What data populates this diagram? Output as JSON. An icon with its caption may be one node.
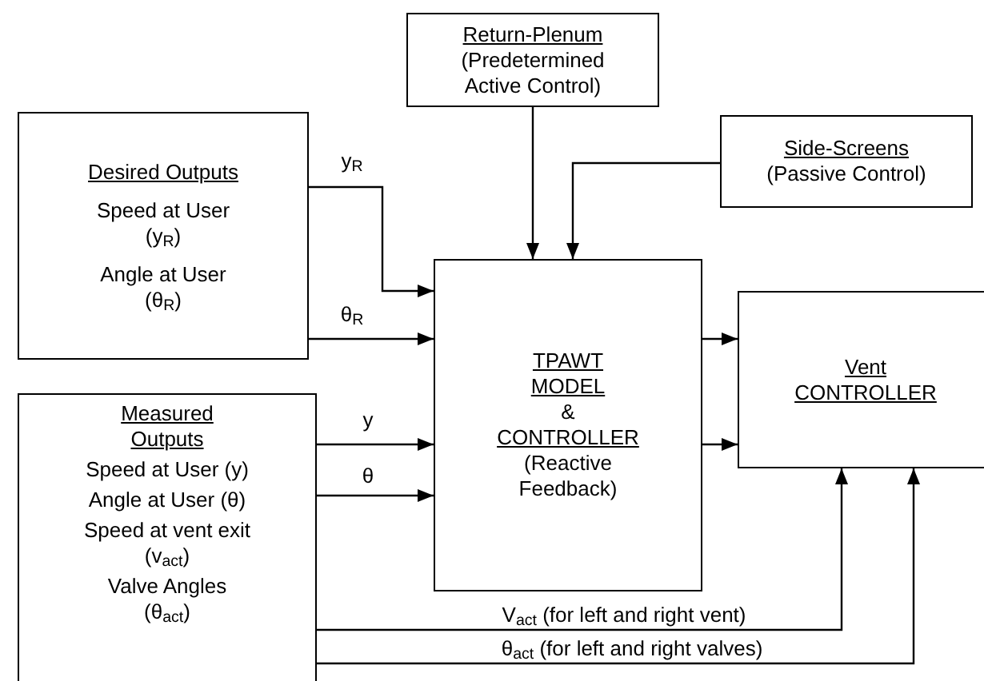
{
  "diagram": {
    "nodes": [
      {
        "text": [
          "Return-Plenum",
          "(Predetermined Active Control)"
        ]
      },
      {
        "text": [
          "Side-Screens",
          "(Passive Control)"
        ]
      },
      {
        "text": [
          "Desired Outputs",
          "Speed at User (y$_{R}$)",
          "Angle at User (θ$_{R}$)"
        ]
      },
      {
        "text": [
          "TPAWT MODEL",
          "&",
          "CONTROLLER",
          "(Reactive Feedback)"
        ]
      },
      {
        "text": [
          "Vent CONTROLLER"
        ]
      },
      {
        "text": [
          "Measured Outputs",
          "Speed at User (y)",
          "Angle at User (θ)",
          "Speed at vent exit (v$_{act}$)",
          "Valve Angles (θ$_{act}$)"
        ]
      }
    ],
    "edges": [
      {
        "from": 0,
        "to": 3,
        "arrow": "to"
      },
      {
        "from": 1,
        "to": 3,
        "arrow": "to"
      },
      {
        "from": 2,
        "to": 3,
        "arrow": "to",
        "label": "y$_{R}$"
      },
      {
        "from": 2,
        "to": 3,
        "arrow": "to",
        "label": "θ$_{R}$"
      },
      {
        "from": 5,
        "to": 3,
        "arrow": "to",
        "label": "y"
      },
      {
        "from": 5,
        "to": 3,
        "arrow": "to",
        "label": "θ"
      },
      {
        "from": 3,
        "to": 4,
        "arrow": "to"
      },
      {
        "from": 3,
        "to": 4,
        "arrow": "to"
      },
      {
        "from": 5,
        "to": 4,
        "arrow": "to",
        "label": "V$_{act}$ (for left and right vent)"
      },
      {
        "from": 5,
        "to": 4,
        "arrow": "to",
        "label": "θ$_{act}$ (for left and right valves)"
      }
    ]
  }
}
